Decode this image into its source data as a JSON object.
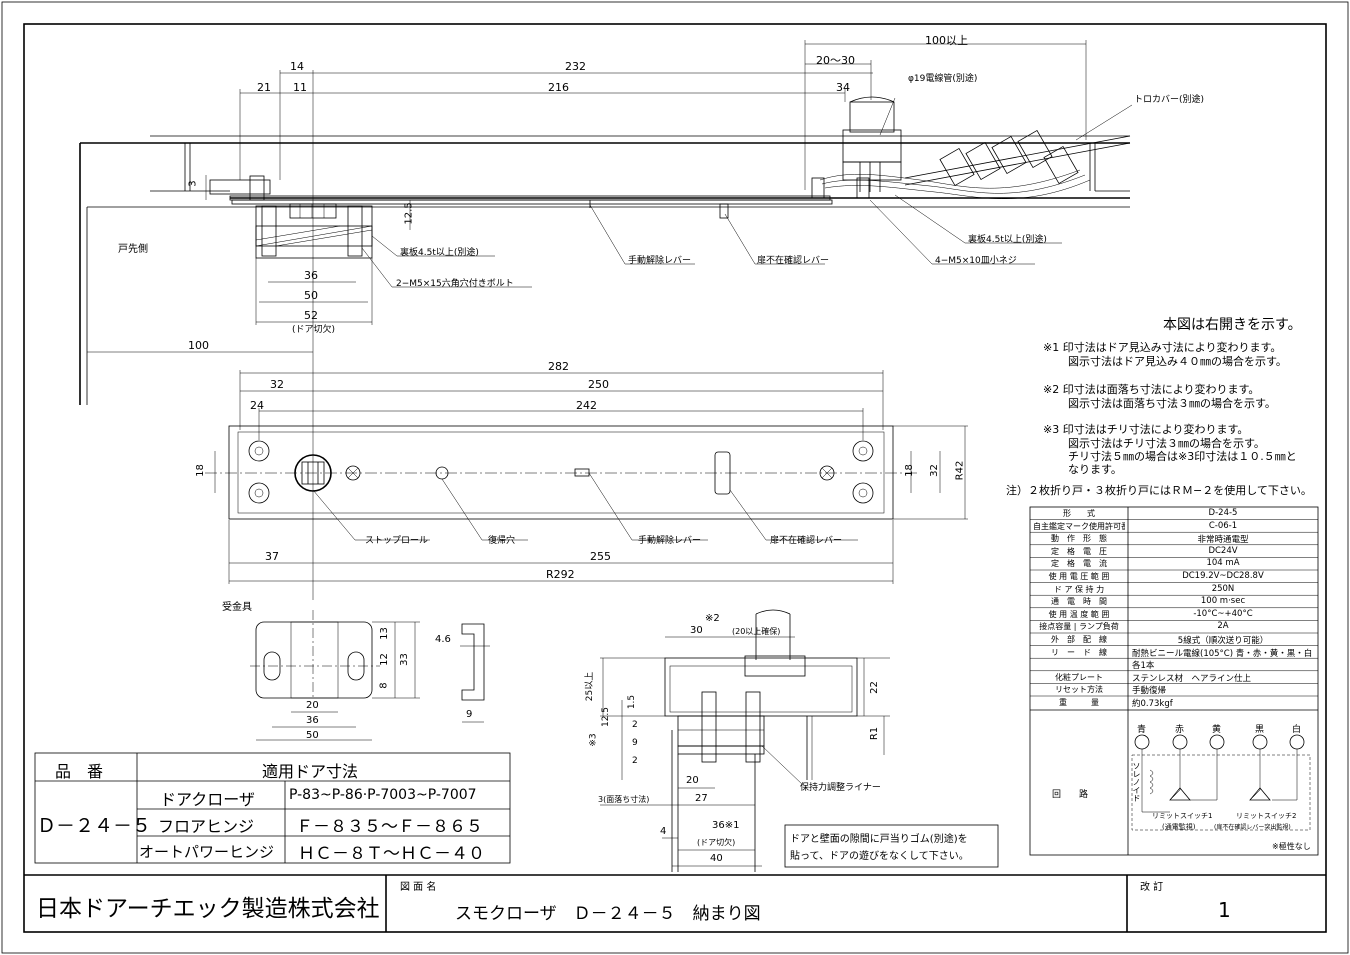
{
  "drawing": {
    "company": "日本ドアーチエック製造株式会社",
    "title_label": "図 面 名",
    "title": "スモクローザ　Ｄ－２４－５　納まり図",
    "revision_label": "改 訂",
    "revision": "1"
  },
  "dims_top": {
    "d100up": "100以上",
    "d20_30": "20～30",
    "d14": "14",
    "d232": "232",
    "d21": "21",
    "d11": "11",
    "d216": "216",
    "d34": "34",
    "d3": "3",
    "d125": "12.5",
    "d36": "36",
    "d50": "50",
    "d52": "52",
    "door_cut": "(ドア切欠)",
    "d100": "100",
    "door_tip": "戸先側"
  },
  "callouts_top": {
    "conduit": "φ19電線管(別途)",
    "cover": "トロカバー(別途)",
    "back_plate_right": "裏板4.5t以上(別途)",
    "screws": "4−M5×10皿小ネジ",
    "manual_lever": "手動解除レバー",
    "door_absent_lever": "扉不在確認レバー",
    "back_plate_left": "裏板4.5t以上(別途)",
    "bolts": "2−M5×15六角穴付きボルト"
  },
  "dims_plan": {
    "d282": "282",
    "d32": "32",
    "d250": "250",
    "d24": "24",
    "d242": "242",
    "d18l": "18",
    "d18r": "18",
    "d32r": "32",
    "r42": "R42",
    "d37": "37",
    "d255": "255",
    "r292": "R292"
  },
  "callouts_plan": {
    "stop_roll": "ストップロール",
    "return_hole": "復帰穴",
    "manual_lever": "手動解除レバー",
    "door_absent_lever": "扉不在確認レバー"
  },
  "bracket": {
    "label": "受金具",
    "d13": "13",
    "d12": "12",
    "d8": "8",
    "d33": "33",
    "d20": "20",
    "d36": "36",
    "d50": "50",
    "d46": "4.6",
    "d9": "9"
  },
  "section": {
    "n2": "※2",
    "d30": "30",
    "d20up": "(20以上確保)",
    "d25up": "25以上",
    "d15": "1.5",
    "d125": "12.5",
    "n3": "※3",
    "d2a": "2",
    "d9": "9",
    "d2b": "2",
    "d22": "22",
    "r1": "R1",
    "d20": "20",
    "d27": "27",
    "d3": "3(面落ち寸法)",
    "d4": "4",
    "d36": "36※1",
    "cut": "(ドア切欠)",
    "d40": "40",
    "liner": "保持力調整ライナー",
    "note": [
      "ドアと壁面の隙間に戸当りゴム(別途)を",
      "貼って、ドアの遊びをなくして下さい。"
    ]
  },
  "notes": {
    "heading": "本図は右開きを示す。",
    "items": [
      [
        "※1  印寸法はドア見込み寸法により変わります。",
        "図示寸法はドア見込み４０㎜の場合を示す。"
      ],
      [
        "※2  印寸法は面落ち寸法により変わります。",
        "図示寸法は面落ち寸法３㎜の場合を示す。"
      ],
      [
        "※3  印寸法はチリ寸法により変わります。",
        "図示寸法はチリ寸法３㎜の場合を示す。",
        "チリ寸法５㎜の場合は※3印寸法は１０.５㎜と",
        "なります。"
      ]
    ],
    "note2": "注）２枚折り戸・３枚折り戸にはＲＭ−２を使用して下さい。"
  },
  "spec": {
    "rows": [
      [
        "形　　式",
        "D-24-5"
      ],
      [
        "自主鑑定マーク使用許可番号",
        "C-06-1"
      ],
      [
        "動　作　形　態",
        "非常時通電型"
      ],
      [
        "定　格　電　圧",
        "DC24V"
      ],
      [
        "定　格　電　流",
        "104 mA"
      ],
      [
        "使 用 電 圧 範 囲",
        "DC19.2V~DC28.8V"
      ],
      [
        "ド ア 保 持 力",
        "250N"
      ],
      [
        "通　電　時　間",
        "100 m·sec"
      ],
      [
        "使 用 温 度 範 囲",
        "-10°C~+40°C"
      ],
      [
        "接点容量 | ランプ負荷",
        "2A"
      ],
      [
        "外　部　配　線",
        "5線式（順次送り可能）"
      ],
      [
        "リ　ー　ド　線",
        "耐熱ビニール電線(105°C) 青・赤・黄・黒・白"
      ],
      [
        "",
        "各1本"
      ],
      [
        "化粧プレート",
        "ステンレス材　ヘアライン仕上"
      ],
      [
        "リセット方法",
        "手動復帰"
      ],
      [
        "重　　　量",
        "約0.73kgf"
      ]
    ],
    "circuit_label": "回　　路",
    "wire_colors": [
      "青",
      "赤",
      "黄",
      "黒",
      "白"
    ],
    "solenoid": "ソレノイド",
    "switch1": "リミットスイッチ1",
    "switch1_sub": "(通電監視)",
    "switch2": "リミットスイッチ2",
    "switch2_sub": "(扉不在確認レバー突出監視)",
    "no_polarity": "※極性なし"
  },
  "apply_table": {
    "h_part": "品　番",
    "h_apply": "適用ドア寸法",
    "part": "Ｄ－２４－５",
    "rows": [
      [
        "ドアクローザ",
        "P-83~P-86·P-7003~P-7007"
      ],
      [
        "フロアヒンジ",
        "Ｆ－８３５～Ｆ－８６５"
      ],
      [
        "オートパワーヒンジ",
        "ＨＣ－８Ｔ～ＨＣ－４０"
      ]
    ]
  }
}
